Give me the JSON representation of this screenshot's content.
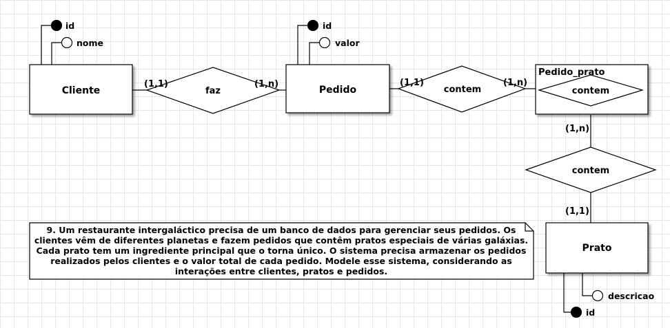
{
  "entities": {
    "cliente": "Cliente",
    "pedido": "Pedido",
    "pedido_prato": "Pedido_prato",
    "prato": "Prato"
  },
  "relationships": {
    "faz": "faz",
    "contem_1": "contem",
    "contem_assoc": "contem",
    "contem_2": "contem"
  },
  "attributes": {
    "cliente_id": "id",
    "cliente_nome": "nome",
    "pedido_id": "id",
    "pedido_valor": "valor",
    "prato_descricao": "descricao",
    "prato_id": "id"
  },
  "cardinalities": {
    "cliente_faz": "(1,1)",
    "faz_pedido": "(1,n)",
    "pedido_contem": "(1,1)",
    "contem_pedido_prato": "(1,n)",
    "pedido_prato_contem": "(1,n)",
    "contem_prato": "(1,1)"
  },
  "note": {
    "lines": [
      "9. Um restaurante intergaláctico precisa de um banco de dados para gerenciar seus pedidos. Os",
      "clientes vêm de diferentes planetas e fazem pedidos que contêm pratos especiais de várias galáxias.",
      "Cada prato tem um ingrediente principal que o torna único. O sistema precisa armazenar os pedidos",
      "realizados pelos clientes e o valor total de cada pedido. Modele esse sistema, considerando as",
      "interações entre clientes, pratos e pedidos."
    ]
  }
}
